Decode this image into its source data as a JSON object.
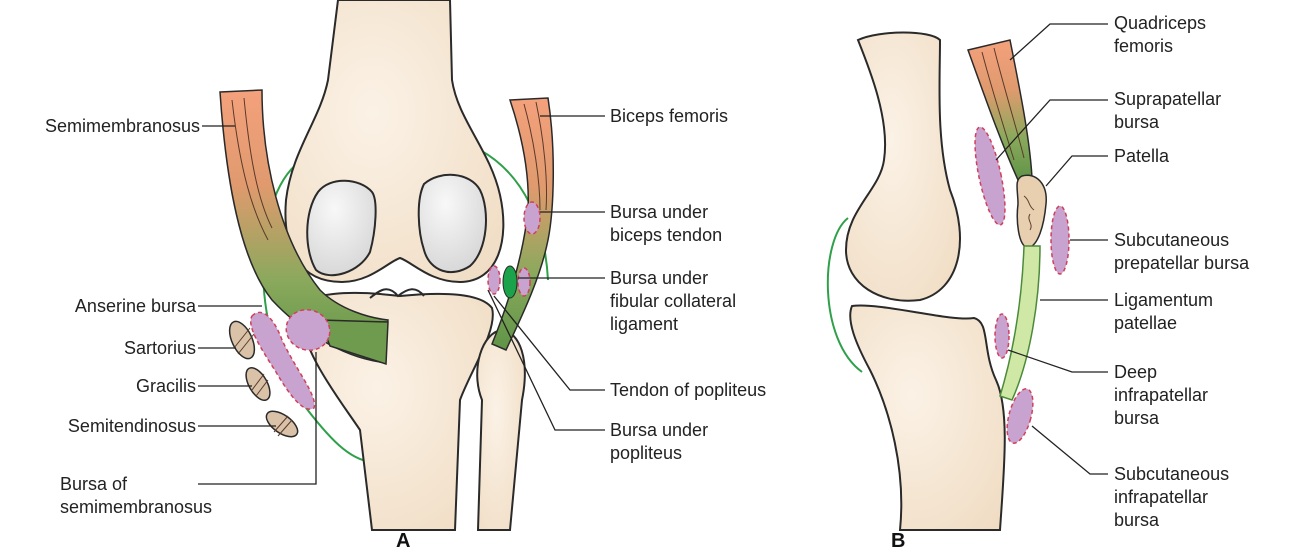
{
  "panels": {
    "a": "A",
    "b": "B"
  },
  "labels_a": {
    "semimembranosus": "Semimembranosus",
    "biceps_femoris": "Biceps femoris",
    "bursa_biceps": "Bursa under\nbiceps tendon",
    "bursa_fibular": "Bursa under\nfibular collateral\nligament",
    "anserine_bursa": "Anserine bursa",
    "sartorius": "Sartorius",
    "gracilis": "Gracilis",
    "semitendinosus": "Semitendinosus",
    "tendon_popliteus": "Tendon of popliteus",
    "bursa_popliteus": "Bursa under\npopliteus",
    "bursa_semimembranosus": "Bursa of\nsemimembranosus"
  },
  "labels_b": {
    "quadriceps": "Quadriceps\nfemoris",
    "suprapatellar": "Suprapatellar\nbursa",
    "patella": "Patella",
    "subcut_prepatellar": "Subcutaneous\nprepatellar bursa",
    "lig_patellae": "Ligamentum\npatellae",
    "deep_infrapatellar": "Deep\ninfrapatellar\nbursa",
    "subcut_infrapatellar": "Subcutaneous\ninfrapatellar\nbursa"
  },
  "colors": {
    "bone": "#f5e6d3",
    "bone_outline": "#2a2a2a",
    "cartilage": "#e6e6e6",
    "muscle": "#f2a07a",
    "tendon": "#6f9b4e",
    "bursa_fill": "#c9a3cf",
    "bursa_outline": "#d0405a",
    "capsule": "#2fa04a",
    "ligament": "#cfe8a6"
  }
}
